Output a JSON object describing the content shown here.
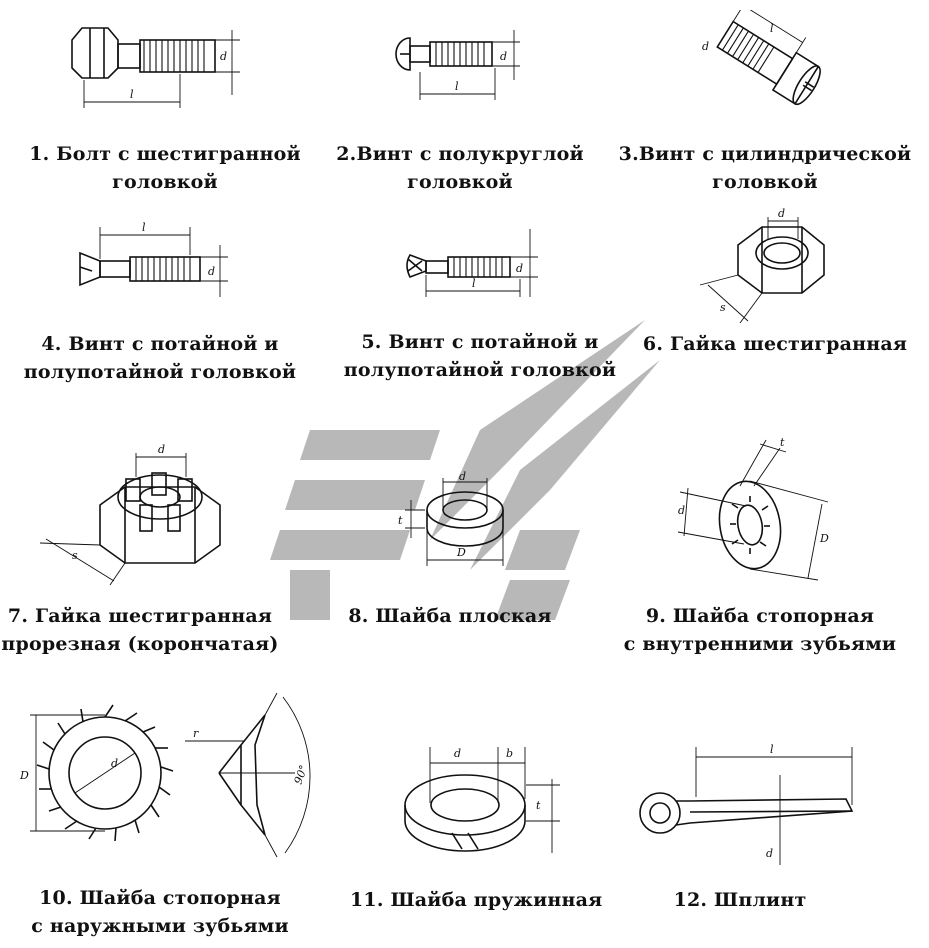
{
  "items": [
    {
      "n": "1.",
      "lines": [
        "1. Болт с шестигранной",
        "головкой"
      ]
    },
    {
      "n": "2.",
      "lines": [
        "2.Винт с полукруглой",
        "головкой"
      ]
    },
    {
      "n": "3.",
      "lines": [
        "3.Винт с цилиндрической",
        "головкой"
      ]
    },
    {
      "n": "4.",
      "lines": [
        "4. Винт с потайной и",
        "полупотайной головкой"
      ]
    },
    {
      "n": "5.",
      "lines": [
        "5. Винт с потайной и",
        "полупотайной головкой"
      ]
    },
    {
      "n": "6.",
      "lines": [
        "6. Гайка шестигранная"
      ]
    },
    {
      "n": "7.",
      "lines": [
        "7. Гайка шестигранная",
        "прорезная (корончатая)"
      ]
    },
    {
      "n": "8.",
      "lines": [
        "8. Шайба плоская"
      ]
    },
    {
      "n": "9.",
      "lines": [
        "9.  Шайба стопорная",
        "с внутренними зубьями"
      ]
    },
    {
      "n": "10.",
      "lines": [
        "10. Шайба стопорная",
        "с наружными зубьями"
      ]
    },
    {
      "n": "11.",
      "lines": [
        "11. Шайба пружинная"
      ]
    },
    {
      "n": "12.",
      "lines": [
        "12. Шплинт"
      ]
    }
  ],
  "dim_labels": {
    "l": "l",
    "d": "d",
    "s": "s",
    "D": "D",
    "t": "t",
    "b": "b",
    "r": "r",
    "angle": "90°"
  },
  "colors": {
    "ink": "#111111",
    "watermark": "#b8b8b8"
  }
}
